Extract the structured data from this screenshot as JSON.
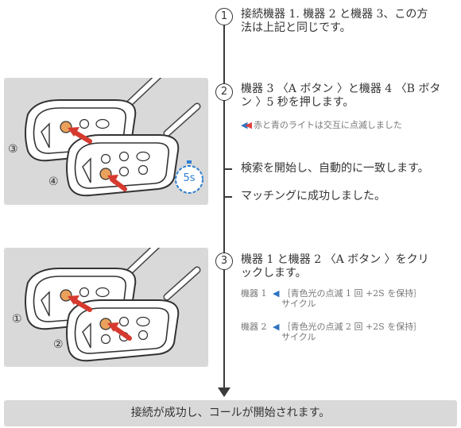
{
  "steps": [
    {
      "number": "1",
      "text_line1": "接続機器 1. 機器 2 と機器 3、この方",
      "text_line2": "法は上記と同じです。"
    },
    {
      "number": "2",
      "text_line1": "機器 3 〈A ボタン 〉と機器 4 〈B ボタ",
      "text_line2": "ン 〉5 秒を押します。",
      "note": "赤と青のライトは交互に点滅しました"
    },
    {
      "text": "検索を開始し、自動的に一致します。"
    },
    {
      "text": "マッチングに成功しました。"
    },
    {
      "number": "3",
      "text_line1": "機器 1 と機器 2 〈A ボタン 〉をクリ",
      "text_line2": "ックします。",
      "device_notes": [
        {
          "label": "機器 1",
          "text_line1": "｛青色光の点滅 1 回 +2S を保持｝",
          "text_line2": "サイクル"
        },
        {
          "label": "機器 2",
          "text_line1": "｛青色光の点滅 2 回 +2S を保持｝",
          "text_line2": "サイクル"
        }
      ]
    }
  ],
  "panel_top": {
    "device_labels": [
      "③",
      "④"
    ],
    "timer": "5s"
  },
  "panel_bottom": {
    "device_labels": [
      "①",
      "②"
    ]
  },
  "footer": "接続が成功し、コールが開始されます。",
  "colors": {
    "panel": "#d9d9d9",
    "button_highlight": "#e9a15c",
    "arrow": "#d63a2e",
    "timer": "#2f7fd3",
    "note_blue": "#2f74c0",
    "note_red": "#e34040"
  }
}
